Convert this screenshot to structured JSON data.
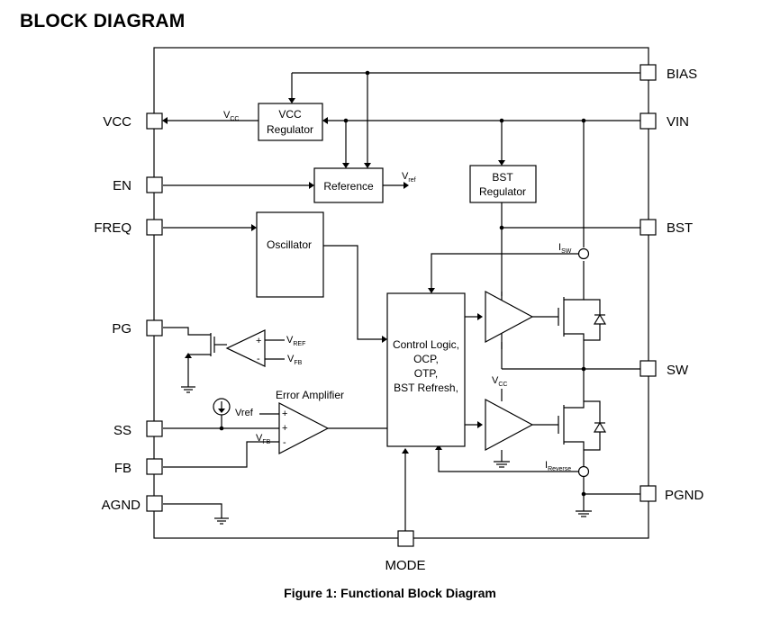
{
  "title": "BLOCK DIAGRAM",
  "caption": "Figure 1: Functional Block Diagram",
  "pins": {
    "vcc": "VCC",
    "en": "EN",
    "freq": "FREQ",
    "pg": "PG",
    "ss": "SS",
    "fb": "FB",
    "agnd": "AGND",
    "bias": "BIAS",
    "vin": "VIN",
    "bst": "BST",
    "sw": "SW",
    "pgnd": "PGND",
    "mode": "MODE"
  },
  "blocks": {
    "vcc_regulator": [
      "VCC",
      "Regulator"
    ],
    "reference": "Reference",
    "bst_regulator": [
      "BST",
      "Regulator"
    ],
    "oscillator": "Oscillator",
    "control_logic": [
      "Control Logic,",
      "OCP,",
      "OTP,",
      "BST Refresh,"
    ],
    "error_amplifier": "Error Amplifier"
  },
  "signals": {
    "vcc_out": {
      "main": "V",
      "sub": "CC"
    },
    "vref_out": {
      "main": "V",
      "sub": "ref"
    },
    "isw": {
      "main": "I",
      "sub": "SW"
    },
    "vcc_driver": {
      "main": "V",
      "sub": "CC"
    },
    "ireverse": {
      "main": "I",
      "sub": "Reverse"
    },
    "pg_vref": {
      "main": "V",
      "sub": "REF"
    },
    "pg_vfb": {
      "main": "V",
      "sub": "FB"
    },
    "ea_vref": "Vref",
    "ea_vfb": {
      "main": "V",
      "sub": "FB"
    },
    "plus": "+",
    "minus": "-"
  }
}
